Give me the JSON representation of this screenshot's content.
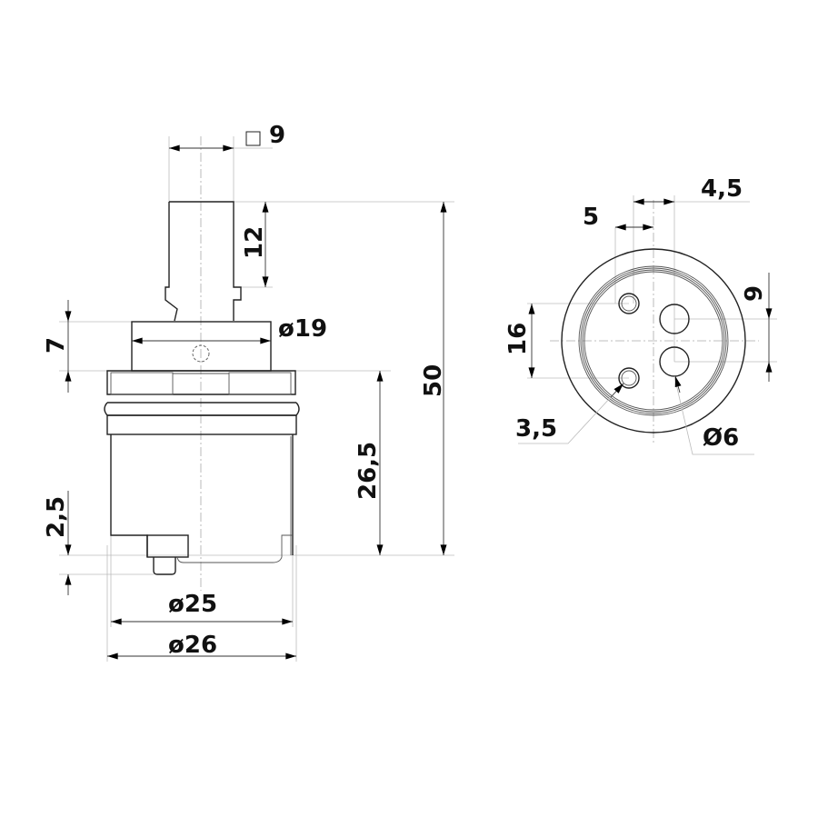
{
  "side_view": {
    "square": "9",
    "stem_height": "12",
    "total_height": "50",
    "body_height": "26,5",
    "block_height": "7",
    "block_diameter": "ø19",
    "pin_height": "2,5",
    "diameter_inner": "ø25",
    "diameter_outer": "ø26"
  },
  "top_view": {
    "spacing_a": "4,5",
    "spacing_b": "5",
    "vertical_b": "9",
    "vertical_a": "16",
    "small_hole": "3,5",
    "large_hole": "Ø6"
  }
}
